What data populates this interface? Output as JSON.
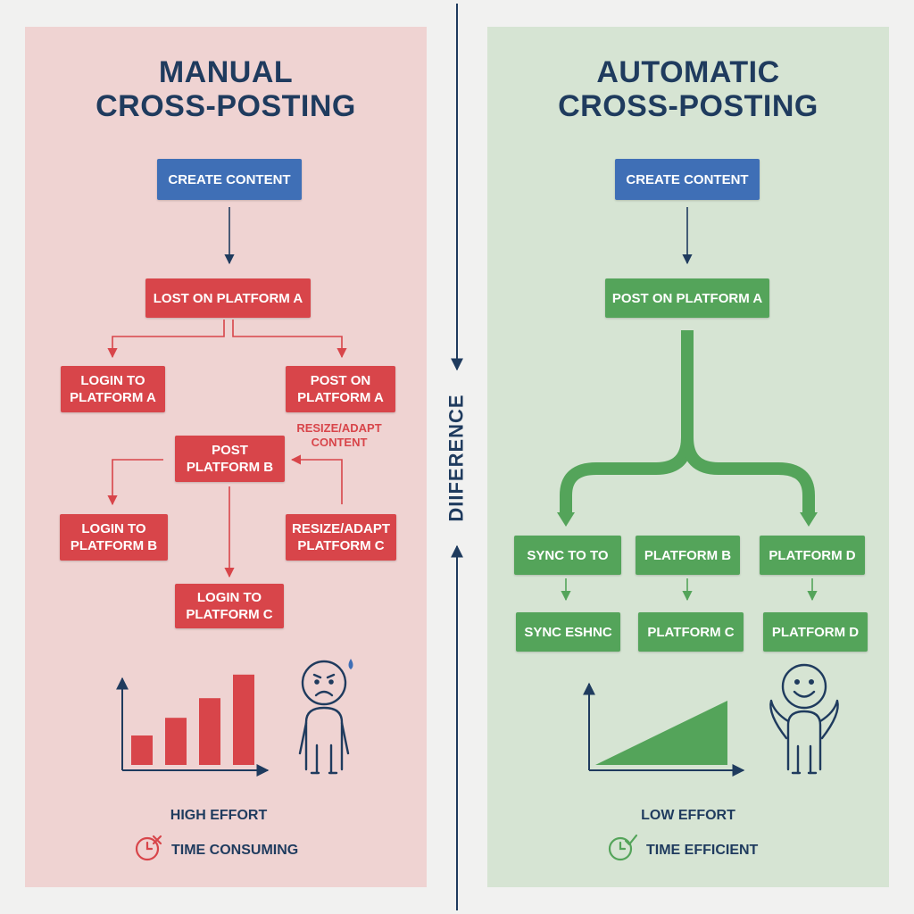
{
  "divider": {
    "label": "DIIFERENCE"
  },
  "manual": {
    "title_line1": "MANUAL",
    "title_line2": "CROSS-POSTING",
    "create": "CREATE CONTENT",
    "lost": "LOST ON PLATFORM A",
    "login_a": "LOGIN TO\nPLATFORM A",
    "post_a": "POST ON\nPLATFORM A",
    "resize_annotation": "RESIZE/ADAPT\nCONTENT",
    "post_b": "POST\nPLATFORM B",
    "login_b": "LOGIN TO\nPLATFORM B",
    "resize_c": "RESIZE/ADAPT\nPLATFORM C",
    "login_c": "LOGIN TO\nPLATFORM C",
    "effort": "HIGH EFFORT",
    "time": "TIME CONSUMING",
    "bars": [
      3,
      4.8,
      6.8,
      9.2
    ]
  },
  "auto": {
    "title_line1": "AUTOMATIC",
    "title_line2": "CROSS-POSTING",
    "create": "CREATE CONTENT",
    "post_a": "POST ON PLATFORM A",
    "sync_to": "SYNC TO TO",
    "platform_b": "PLATFORM B",
    "platform_d_top": "PLATFORM D",
    "sync_eshnc": "SYNC ESHNC",
    "platform_c": "PLATFORM C",
    "platform_d_bottom": "PLATFORM D",
    "effort": "LOW EFFORT",
    "time": "TIME EFFICIENT"
  },
  "colors": {
    "navy": "#1f3b5e",
    "red": "#d8454a",
    "green": "#54a45a",
    "blue": "#3f6fb6",
    "manual_bg": "#efd3d2",
    "auto_bg": "#d6e4d3"
  }
}
